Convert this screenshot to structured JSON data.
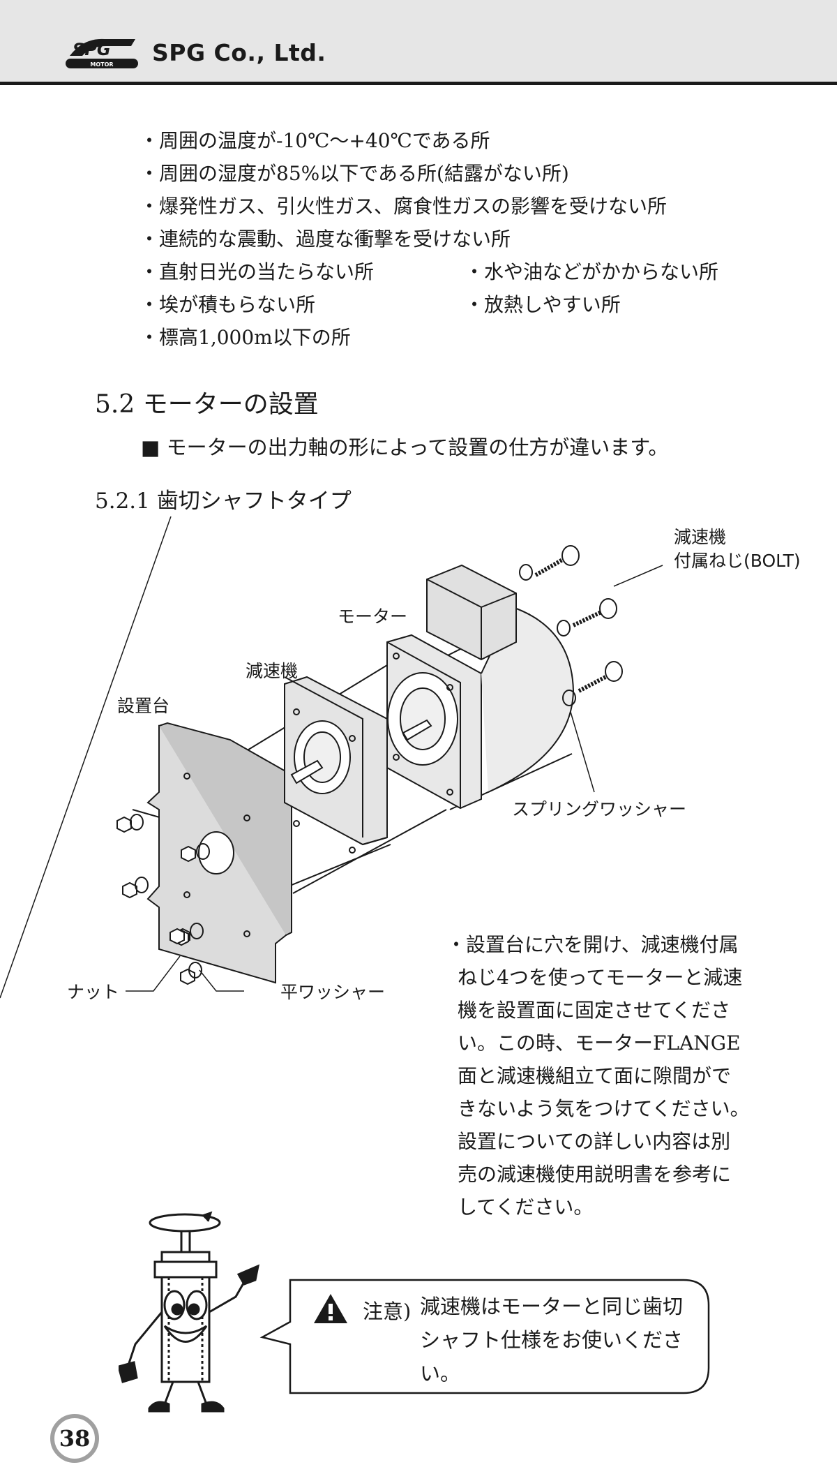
{
  "header": {
    "logo_text": "SPG",
    "logo_subtext": "MOTOR",
    "company": "SPG Co., Ltd."
  },
  "conditions": [
    [
      "・周囲の温度が-10℃～+40℃である所"
    ],
    [
      "・周囲の湿度が85%以下である所(結露がない所)"
    ],
    [
      "・爆発性ガス、引火性ガス、腐食性ガスの影響を受けない所"
    ],
    [
      "・連続的な震動、過度な衝撃を受けない所"
    ],
    [
      "・直射日光の当たらない所",
      "・水や油などがかからない所"
    ],
    [
      "・埃が積もらない所",
      "・放熱しやすい所"
    ],
    [
      "・標高1,000m以下の所"
    ]
  ],
  "section": {
    "title": "5.2 モーターの設置",
    "note": "■ モーターの出力軸の形によって設置の仕方が違います。",
    "subtitle": "5.2.1 歯切シャフトタイプ"
  },
  "diagram_labels": {
    "reducer_bolt_line1": "減速機",
    "reducer_bolt_line2": "付属ねじ(BOLT)",
    "motor": "モーター",
    "reducer": "減速機",
    "mount_base": "設置台",
    "spring_washer": "スプリングワッシャー",
    "nut": "ナット",
    "flat_washer": "平ワッシャー"
  },
  "instructions": [
    "・設置台に穴を開け、減速機付属",
    "ねじ4つを使ってモーターと減速",
    "機を設置面に固定させてくださ",
    "い。この時、モーターFLANGE",
    "面と減速機組立て面に隙間がで",
    "きないよう気をつけてください。",
    "設置についての詳しい内容は別",
    "売の減速機使用説明書を参考に",
    "してください。"
  ],
  "caution": {
    "label": "注意)",
    "lines": [
      "減速機はモーターと同じ歯切",
      "シャフト仕様をお使いくださ",
      "い。"
    ]
  },
  "page_number": "38"
}
